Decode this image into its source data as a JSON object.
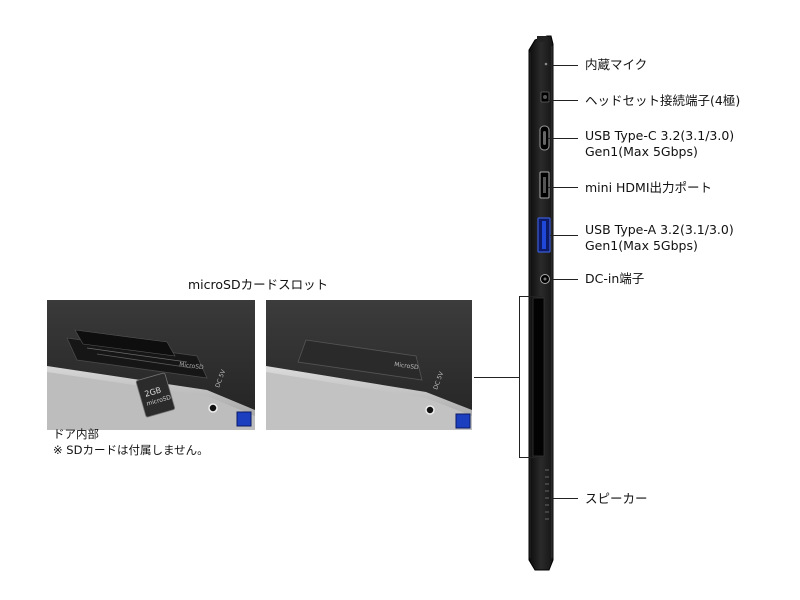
{
  "callouts": [
    {
      "id": "mic",
      "text": "内蔵マイク"
    },
    {
      "id": "headset",
      "text": "ヘッドセット接続端子(4極)"
    },
    {
      "id": "usbc",
      "line1": "USB Type-C 3.2(3.1/3.0)",
      "line2": "Gen1(Max 5Gbps)"
    },
    {
      "id": "hdmi",
      "text": "mini HDMI出力ポート"
    },
    {
      "id": "usba",
      "line1": "USB Type-A 3.2(3.1/3.0)",
      "line2": "Gen1(Max 5Gbps)"
    },
    {
      "id": "dcin",
      "text": "DC-in端子"
    },
    {
      "id": "speaker",
      "text": "スピーカー"
    }
  ],
  "microsd": {
    "title": "microSDカードスロット",
    "door_label": "ドア内部",
    "note": "※ SDカードは付属しません。"
  },
  "device_marks": {
    "card_text": "microSD",
    "card_capacity": "2GB",
    "slot_text_open": "MicroSD",
    "slot_text_closed": "MicroSD",
    "dc_text": "DC 5V"
  }
}
